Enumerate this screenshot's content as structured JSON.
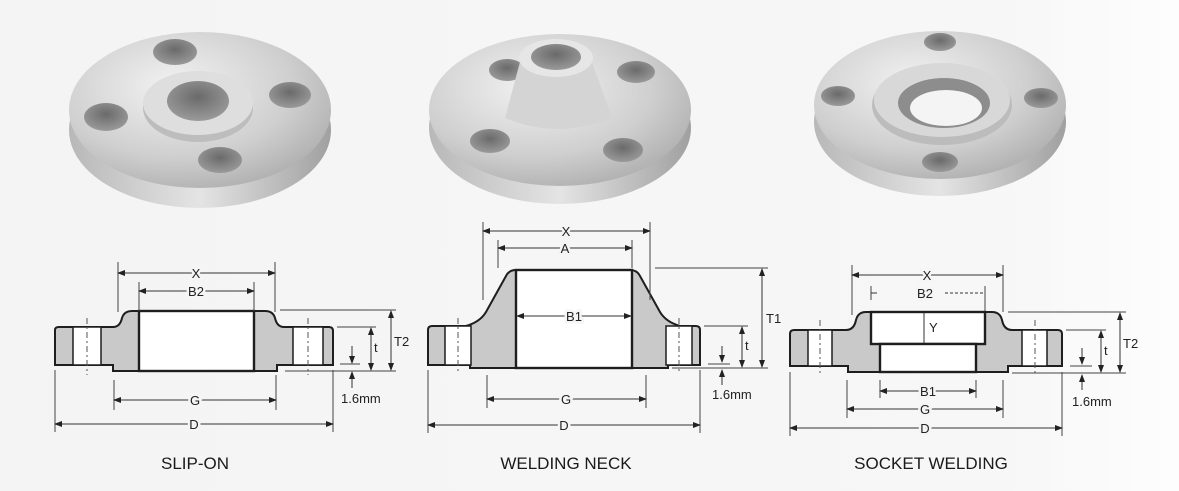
{
  "captions": {
    "slip_on": "SLIP-ON",
    "welding_neck": "WELDING NECK",
    "socket_welding": "SOCKET WELDING"
  },
  "slip_on": {
    "x": "X",
    "b2": "B2",
    "g": "G",
    "d": "D",
    "t2": "T2",
    "t": "t",
    "raised_face": "1.6mm"
  },
  "welding_neck": {
    "x": "X",
    "a": "A",
    "b1": "B1",
    "g": "G",
    "d": "D",
    "t1": "T1",
    "t": "t",
    "raised_face": "1.6mm"
  },
  "socket_welding": {
    "x": "X",
    "b2": "B2",
    "y": "Y",
    "b1": "B1",
    "g": "G",
    "d": "D",
    "t2": "T2",
    "t": "t",
    "raised_face": "1.6mm"
  },
  "colors": {
    "section_fill": "#c9c9c9",
    "metal": "#c8c8c8"
  }
}
